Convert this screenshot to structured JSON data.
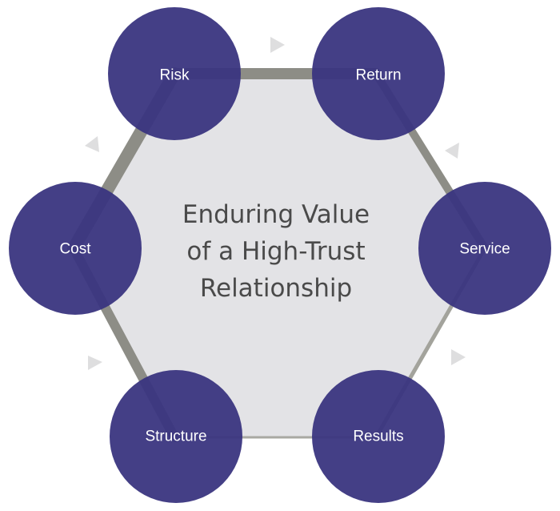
{
  "center": {
    "lines": [
      "Enduring Value",
      "of a High-Trust",
      "Relationship"
    ]
  },
  "nodes": [
    {
      "id": "risk",
      "label": "Risk"
    },
    {
      "id": "return",
      "label": "Return"
    },
    {
      "id": "service",
      "label": "Service"
    },
    {
      "id": "results",
      "label": "Results"
    },
    {
      "id": "structure",
      "label": "Structure"
    },
    {
      "id": "cost",
      "label": "Cost"
    }
  ],
  "colors": {
    "node_fill": "#3a3580",
    "hexagon_fill": "#e3e3e6",
    "hexagon_edge_dark": "#8a8a82",
    "hexagon_edge_light": "#a9a9a2",
    "arrow": "#dededf"
  }
}
